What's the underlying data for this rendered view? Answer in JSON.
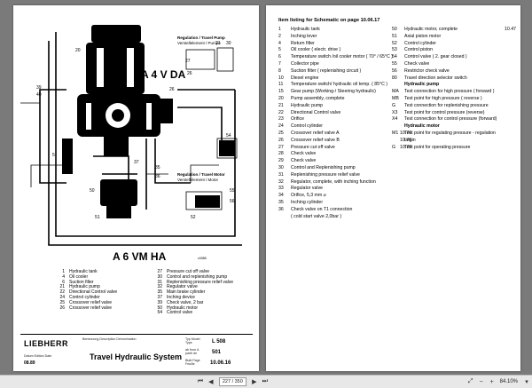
{
  "diagram": {
    "title_top": "A 4 V DA",
    "title_bottom": "A 6 VM HA",
    "label_travel_pump": "Regulation / Travel Pump",
    "label_travel_pump_de": "Verstellelement / Pumpe",
    "label_travel_motor": "Regulation / Travel Motor",
    "label_travel_motor_de": "Verstellelement / Motor",
    "small_code": "c0088",
    "callouts": [
      "21",
      "20",
      "24",
      "25",
      "26",
      "39",
      "30",
      "40",
      "31",
      "37",
      "5",
      "35",
      "36",
      "27",
      "26",
      "21",
      "30",
      "54",
      "51",
      "50",
      "55",
      "56",
      "52"
    ]
  },
  "left_legend": [
    {
      "n": "1",
      "t": "Hydraulic tank"
    },
    {
      "n": "4",
      "t": "Oil cooler"
    },
    {
      "n": "6",
      "t": "Suction filter"
    },
    {
      "n": "21",
      "t": "Hydraulic pump"
    },
    {
      "n": "22",
      "t": "Directional Control valve"
    },
    {
      "n": "24",
      "t": "Control cylinder"
    },
    {
      "n": "25",
      "t": "Crossover relief valve"
    },
    {
      "n": "26",
      "t": "Crossover relief valve"
    },
    {
      "n": "27",
      "t": "Pressure cut off valve"
    },
    {
      "n": "30",
      "t": "Control and replenishing pump"
    },
    {
      "n": "31",
      "t": "Replenishing pressure relief valve"
    },
    {
      "n": "32",
      "t": "Regulator valve"
    },
    {
      "n": "35",
      "t": "Main brake cylinder"
    },
    {
      "n": "37",
      "t": "Inching device"
    },
    {
      "n": "39",
      "t": "Check valve, 2 bar"
    },
    {
      "n": "50",
      "t": "Hydraulic motor"
    },
    {
      "n": "54",
      "t": "Control valve"
    }
  ],
  "titleblock": {
    "logo": "LIEBHERR",
    "labels_line": "Benennung  Description  Dénomination",
    "date_labels": "Datum   Edition   Date",
    "date": "08.89",
    "title": "Travel Hydraulic System",
    "typ_label": "Typ Model Type",
    "model": "L 508",
    "ab_label": "ab from A partir de",
    "serial": "501",
    "blatt_label": "Blatt Page Feuille",
    "sheet": "10.06.16"
  },
  "right_page": {
    "title": "Item listing for Schematic on page 10.06.17",
    "left_items": [
      {
        "n": "1",
        "t": "Hydraulic tank"
      },
      {
        "n": "2",
        "t": "Inching lever"
      },
      {
        "n": "4",
        "t": "Return filter"
      },
      {
        "n": "5",
        "t": "Oil cooler ( electr. drive )"
      },
      {
        "n": "6",
        "t": "Temperature switch /oil cooler motor ( 70° / 65°C )"
      },
      {
        "n": "7",
        "t": "Collector pipe"
      },
      {
        "n": "8",
        "t": "Suction filter ( replenishing circuit )"
      },
      {
        "n": "10",
        "t": "Diesel engine"
      },
      {
        "n": "11",
        "t": "Temperature switch/ hydraulic oil temp. ( 85°C )"
      },
      {
        "n": "15",
        "t": "Gear pump (Working-/ Steering hydraulic)"
      },
      {
        "n": "20",
        "t": "Pump assembly, complete"
      },
      {
        "n": "21",
        "t": "Hydraulic pump"
      },
      {
        "n": "22",
        "t": "Directional Control valve"
      },
      {
        "n": "23",
        "t": "Orifice"
      },
      {
        "n": "24",
        "t": "Control cylinder"
      },
      {
        "n": "25",
        "t": "Crossover relief valve A",
        "v": "10.76"
      },
      {
        "n": "26",
        "t": "Crossover relief valve B",
        "v": "10.76"
      },
      {
        "n": "27",
        "t": "Pressure cut off valve",
        "v": "10.78"
      },
      {
        "n": "28",
        "t": "Check valve"
      },
      {
        "n": "29",
        "t": "Check valve"
      },
      {
        "n": "30",
        "t": "Control and Replenishing pump"
      },
      {
        "n": "31",
        "t": "Replenishing pressure relief valve"
      },
      {
        "n": "32",
        "t": "Regulator, complete, with inching function"
      },
      {
        "n": "33",
        "t": "Regulator valve"
      },
      {
        "n": "34",
        "t": "Orifice, 5,3 mm ⌀"
      },
      {
        "n": "35",
        "t": "Inching cylinder"
      },
      {
        "n": "36",
        "t": "Check valve on T1 connection"
      },
      {
        "n": "",
        "t": "( cold start valve 2,0bar )"
      }
    ],
    "right_items": [
      {
        "n": "50",
        "t": "Hydraulic motor, complete",
        "v": "10.47"
      },
      {
        "n": "51",
        "t": "Axial piston motor"
      },
      {
        "n": "52",
        "t": "Control cylinder"
      },
      {
        "n": "53",
        "t": "Control piston"
      },
      {
        "n": "54",
        "t": "Control valve ( 2. gear closed )"
      },
      {
        "n": "55",
        "t": "Check valve"
      },
      {
        "n": "56",
        "t": "Restrictor check valve"
      },
      {
        "n": "80",
        "t": "Travel direction selector switch"
      },
      {
        "n": "",
        "t": "Hydraulic pump",
        "hdr": true
      },
      {
        "n": "MA",
        "t": "Test connection for high pressure ( forward )"
      },
      {
        "n": "MB",
        "t": "Test point for high pressure ( reverse )"
      },
      {
        "n": "G",
        "t": "Test connection for replenishing pressure"
      },
      {
        "n": "X3",
        "t": "Test point for control pressure (reverse)"
      },
      {
        "n": "X4",
        "t": "Test connection for control pressure (forward)"
      },
      {
        "n": "",
        "t": ""
      },
      {
        "n": "",
        "t": "Hydraulic motor",
        "hdr": true
      },
      {
        "n": "M1",
        "t": "Test point for regulating pressure - regulation"
      },
      {
        "n": "",
        "t": "begin"
      },
      {
        "n": "G",
        "t": "Test point for operating pressure"
      }
    ]
  },
  "toolbar": {
    "page_current": "227 / 350",
    "zoom": "84.10%"
  }
}
